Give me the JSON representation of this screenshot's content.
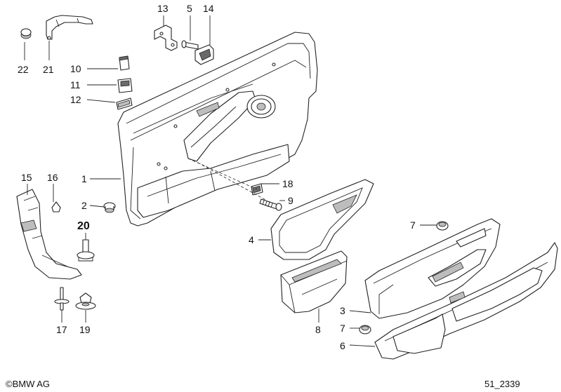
{
  "callouts": [
    {
      "id": "13",
      "text": "13"
    },
    {
      "id": "5",
      "text": "5"
    },
    {
      "id": "14",
      "text": "14"
    },
    {
      "id": "22",
      "text": "22"
    },
    {
      "id": "21",
      "text": "21"
    },
    {
      "id": "10",
      "text": "10"
    },
    {
      "id": "11",
      "text": "11"
    },
    {
      "id": "12",
      "text": "12"
    },
    {
      "id": "1",
      "text": "1"
    },
    {
      "id": "15",
      "text": "15"
    },
    {
      "id": "16",
      "text": "16"
    },
    {
      "id": "2",
      "text": "2"
    },
    {
      "id": "20",
      "text": "20"
    },
    {
      "id": "18",
      "text": "18"
    },
    {
      "id": "9",
      "text": "9"
    },
    {
      "id": "4",
      "text": "4"
    },
    {
      "id": "7a",
      "text": "7"
    },
    {
      "id": "3",
      "text": "3"
    },
    {
      "id": "7b",
      "text": "7"
    },
    {
      "id": "6",
      "text": "6"
    },
    {
      "id": "8",
      "text": "8"
    },
    {
      "id": "17",
      "text": "17"
    },
    {
      "id": "19",
      "text": "19"
    }
  ],
  "footer": {
    "brand": "BMW AG",
    "diagram_code": "51_2339",
    "copyright_symbol": "©"
  }
}
